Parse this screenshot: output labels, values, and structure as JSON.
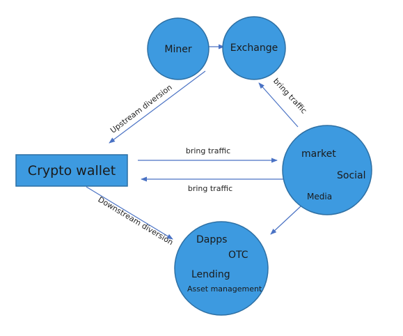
{
  "nodes": {
    "miner": {
      "label": "Miner"
    },
    "exchange": {
      "label": "Exchange"
    },
    "crypto_wallet": {
      "label": "Crypto wallet"
    },
    "social_media": {
      "labels": [
        "market",
        "Social",
        "Media"
      ]
    },
    "dapps": {
      "labels": [
        "Dapps",
        "OTC",
        "Lending",
        "Asset management"
      ]
    }
  },
  "edges": {
    "upstream": "Upstream diversion",
    "downstream": "Downstream diversion",
    "wallet_to_social": "bring traffic",
    "social_to_wallet": "bring traffic",
    "social_to_exchange": "bring traffic"
  },
  "colors": {
    "node_fill": "#3d9ae0",
    "node_stroke": "#2d6fa3",
    "edge": "#4a72c4"
  }
}
